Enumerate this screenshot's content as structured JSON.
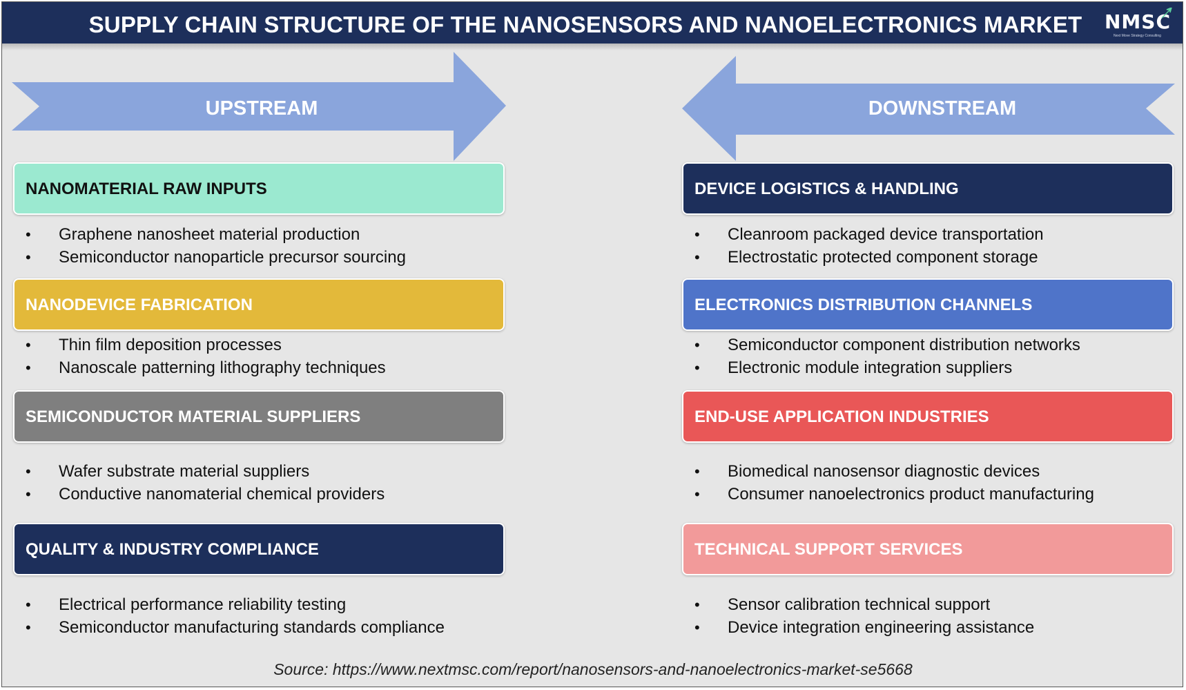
{
  "header": {
    "title": "SUPPLY CHAIN STRUCTURE OF THE NANOSENSORS AND NANOELECTRONICS MARKET"
  },
  "logo": {
    "text": "NMSC",
    "tagline": "Next Move Strategy Consulting"
  },
  "colors": {
    "header_bg": "#1d2f5b",
    "arrow": "#8aa5dc",
    "background": "#e6e6e6"
  },
  "upstream": {
    "label": "UPSTREAM",
    "sections": [
      {
        "title": "NANOMATERIAL RAW INPUTS",
        "bg": "#9be9d0",
        "fg": "#111111",
        "items": [
          "Graphene nanosheet material production",
          "Semiconductor nanoparticle precursor sourcing"
        ]
      },
      {
        "title": "NANODEVICE FABRICATION",
        "bg": "#e3b93a",
        "fg": "#ffffff",
        "items": [
          "Thin film deposition processes",
          "Nanoscale patterning lithography techniques"
        ]
      },
      {
        "title": "SEMICONDUCTOR MATERIAL SUPPLIERS",
        "bg": "#7f7f7f",
        "fg": "#ffffff",
        "items": [
          "Wafer substrate material suppliers",
          "Conductive nanomaterial chemical providers"
        ]
      },
      {
        "title": "QUALITY & INDUSTRY COMPLIANCE",
        "bg": "#1d2f5b",
        "fg": "#ffffff",
        "items": [
          "Electrical performance reliability testing",
          "Semiconductor manufacturing standards compliance"
        ]
      }
    ]
  },
  "downstream": {
    "label": "DOWNSTREAM",
    "sections": [
      {
        "title": "DEVICE LOGISTICS & HANDLING",
        "bg": "#1d2f5b",
        "fg": "#ffffff",
        "items": [
          "Cleanroom packaged device transportation",
          "Electrostatic protected component storage"
        ]
      },
      {
        "title": "ELECTRONICS DISTRIBUTION CHANNELS",
        "bg": "#4f74c9",
        "fg": "#ffffff",
        "items": [
          "Semiconductor component distribution networks",
          "Electronic module integration suppliers"
        ]
      },
      {
        "title": "END-USE APPLICATION INDUSTRIES",
        "bg": "#e95757",
        "fg": "#ffffff",
        "items": [
          "Biomedical nanosensor diagnostic devices",
          "Consumer nanoelectronics product manufacturing"
        ]
      },
      {
        "title": "TECHNICAL SUPPORT SERVICES",
        "bg": "#f29a9a",
        "fg": "#ffffff",
        "items": [
          "Sensor calibration technical support",
          "Device integration engineering assistance"
        ]
      }
    ]
  },
  "bullet_char": "•",
  "source": "Source: https://www.nextmsc.com/report/nanosensors-and-nanoelectronics-market-se5668"
}
